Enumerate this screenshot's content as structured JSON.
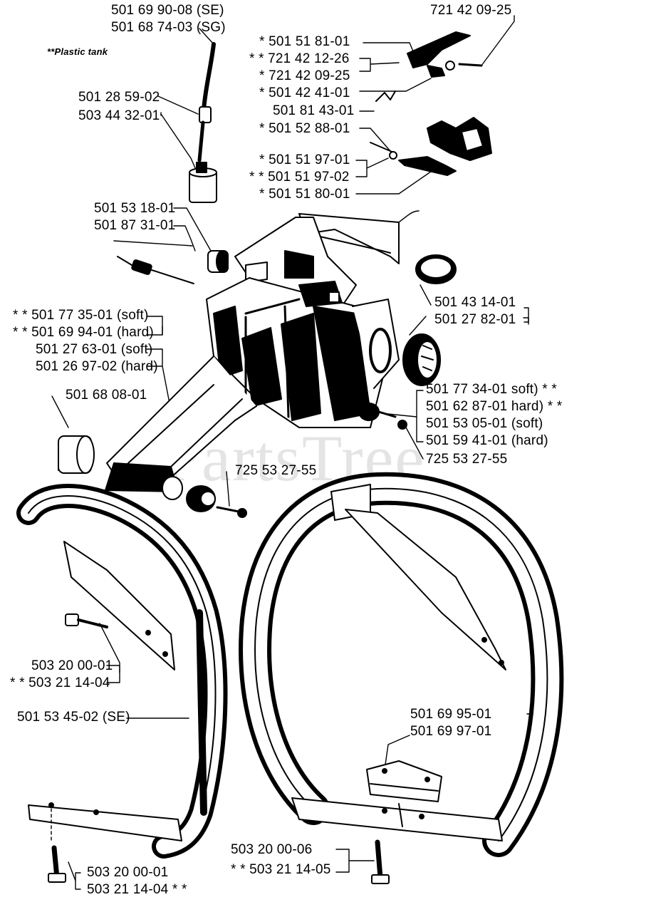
{
  "watermark": "PartsTree",
  "note": "**Plastic tank",
  "labels": {
    "fuel_hose_se": "501 69 90-08 (SE)",
    "fuel_hose_sg": "501 68 74-03 (SG)",
    "filter_a": "501 28 59-02",
    "filter_b": "503 44 32-01",
    "pin_top": "721 42 09-25",
    "trig_1": "*  501 51 81-01",
    "trig_2": "* *  721 42 12-26",
    "trig_3": "*  721 42 09-25",
    "trig_4": "*  501 42 41-01",
    "trig_5": "501 81 43-01",
    "trig_6": "*  501 52 88-01",
    "trig_7": "*  501 51 97-01",
    "trig_8": "* *  501 51 97-02",
    "trig_9": "*  501 51 80-01",
    "bush_a": "501 53 18-01",
    "bush_b": "501 87 31-01",
    "av_1": "* *  501 77 35-01 (soft)",
    "av_2": "* *  501 69 94-01 (hard)",
    "av_3": "501 27 63-01 (soft)",
    "av_4": "501 26 97-02 (hard)",
    "rear_buffer": "501 68 08-01",
    "screw_mid": "725 53 27-55",
    "cap_a": "501 43 14-01",
    "cap_b": "501 27 82-01",
    "right_1": "501 77 34-01  soft)  * *",
    "right_2": "501 62 87-01  hard) * *",
    "right_3": "501 53 05-01  (soft)",
    "right_4": "501 59 41-01  (hard)",
    "right_screw": "725 53 27-55",
    "lh_bolt_a": "503 20 00-01",
    "lh_bolt_b": "* *  503 21 14-04",
    "handle_se": "501 53 45-02 (SE)",
    "bracket_a": "501 69 95-01",
    "bracket_b": "501 69 97-01",
    "bottom_left_a": "503 20 00-01",
    "bottom_left_b": "503 21 14-04  * *",
    "bottom_mid_a": "503 20 00-06",
    "bottom_mid_b": "* *  503 21 14-05"
  }
}
